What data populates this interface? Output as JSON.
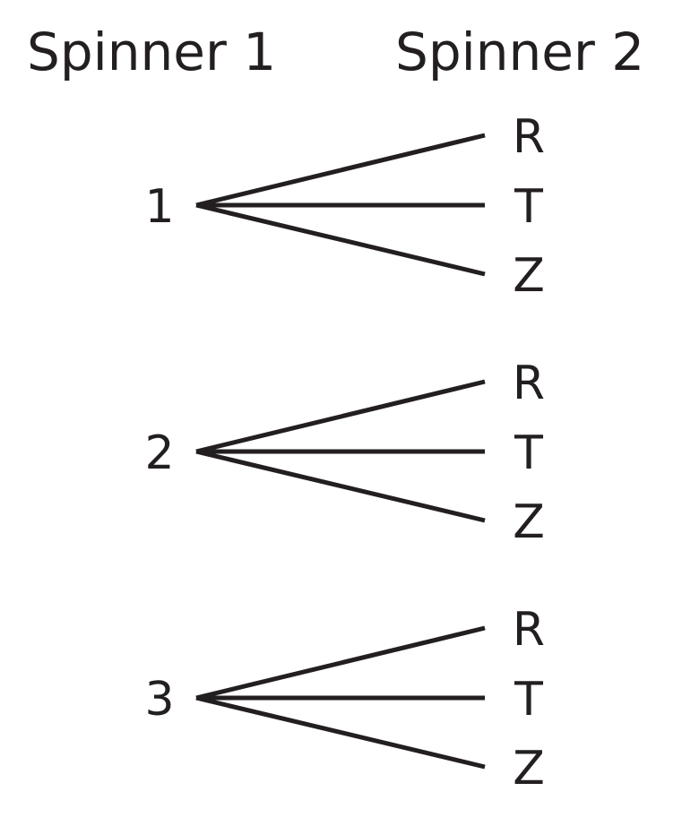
{
  "headers": {
    "spinner1": "Spinner 1",
    "spinner2": "Spinner 2"
  },
  "tree": {
    "spinner1_outcomes": [
      "1",
      "2",
      "3"
    ],
    "spinner2_outcomes": [
      "R",
      "T",
      "Z"
    ]
  }
}
